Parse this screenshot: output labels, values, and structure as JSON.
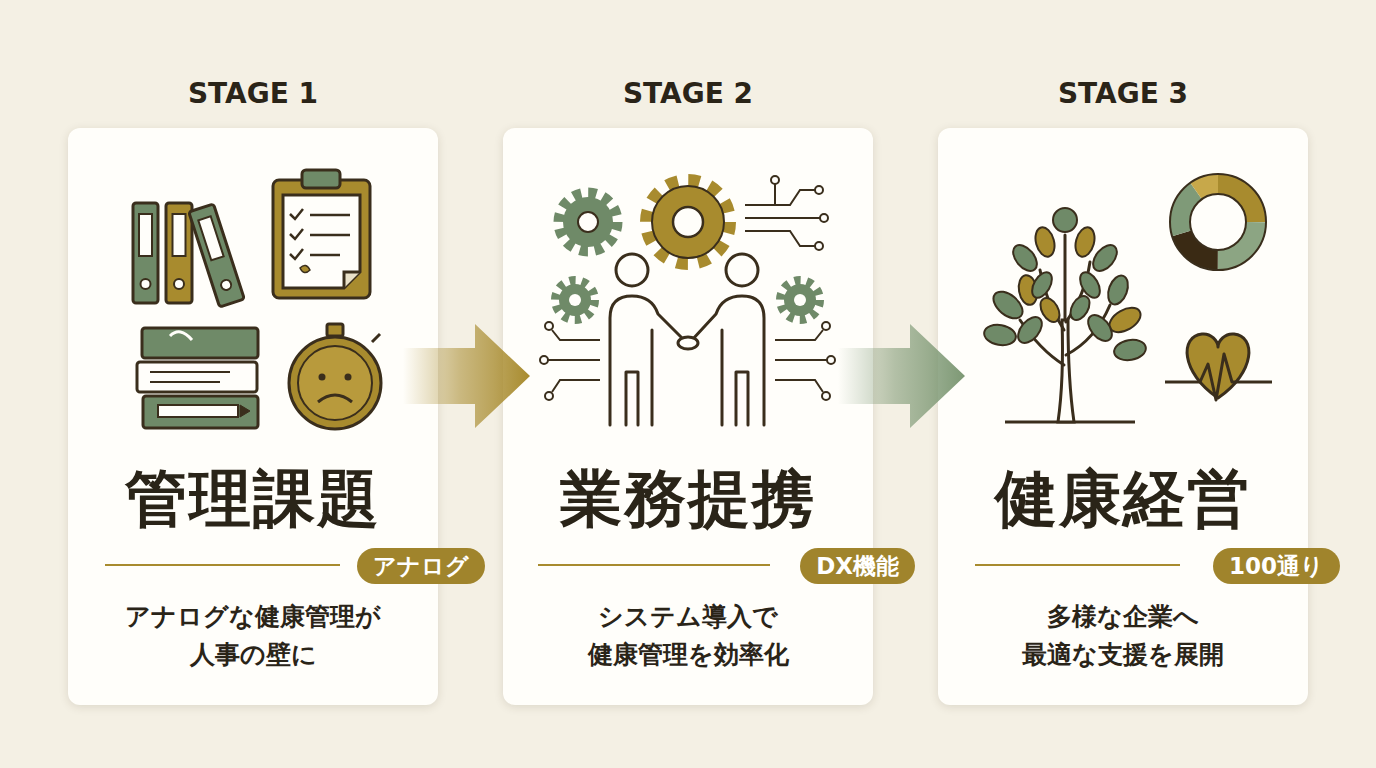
{
  "diagram": {
    "nodes": [
      {
        "text": [
          "STAGE 1",
          "管理課題",
          "アナログな健康管理が 人事の壁に"
        ]
      },
      {
        "text": [
          "アナログ"
        ],
        "in": 0
      },
      {
        "text": [
          "STAGE 2",
          "業務提携",
          "システム導入で 健康管理を効率化"
        ]
      },
      {
        "text": [
          "DX機能"
        ],
        "in": 2
      },
      {
        "text": [
          "STAGE 3",
          "健康経営",
          "多様な企業へ 最適な支援を展開"
        ]
      },
      {
        "text": [
          "100通り"
        ],
        "in": 4
      }
    ],
    "edges": [
      {
        "from": 0,
        "to": 2,
        "arrow": "to"
      },
      {
        "from": 2,
        "to": 4,
        "arrow": "to"
      }
    ]
  }
}
